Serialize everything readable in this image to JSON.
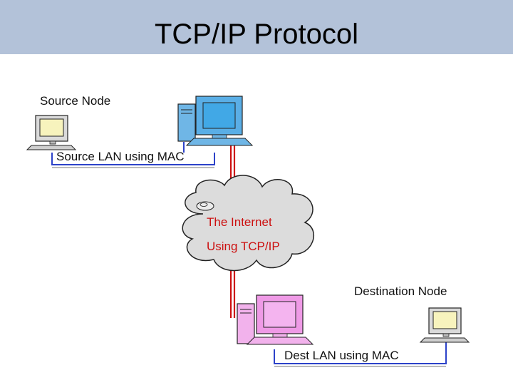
{
  "slide": {
    "title": "TCP/IP Protocol"
  },
  "diagram": {
    "source_node_label": "Source Node",
    "source_lan_label": "Source LAN using MAC",
    "internet_line1": "The Internet",
    "internet_line2": "Using TCP/IP",
    "destination_node_label": "Destination Node",
    "dest_lan_label": "Dest LAN using MAC"
  },
  "colors": {
    "header_band": "#b3c2d9",
    "internet_text": "#cc1010",
    "source_server": "#41a8e6",
    "dest_server": "#ef9ae6",
    "small_terminal": "#f7f3bd",
    "lan_line": "#2c42c9",
    "link_line": "#cc1010"
  },
  "icons": [
    "small-terminal-icon",
    "server-icon",
    "cloud-icon"
  ]
}
